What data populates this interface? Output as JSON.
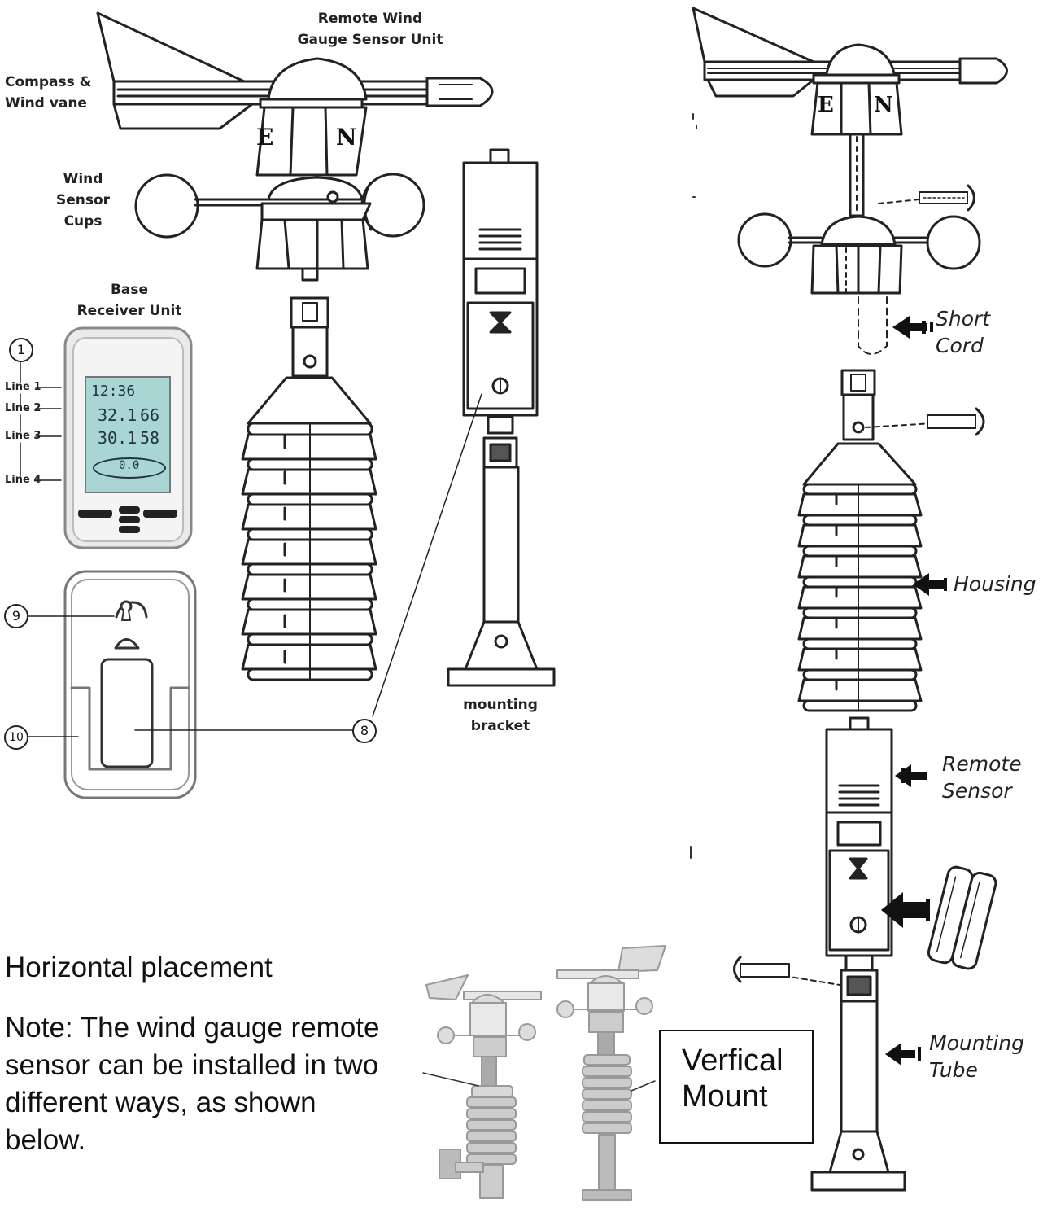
{
  "labels": {
    "remote_wind_line1": "Remote Wind",
    "remote_wind_line2": "Gauge Sensor Unit",
    "compass_line1": "Compass &",
    "compass_line2": "Wind vane",
    "cups_line1": "Wind",
    "cups_line2": "Sensor",
    "cups_line3": "Cups",
    "base_line1": "Base",
    "base_line2": "Receiver Unit",
    "mount_line1": "mounting",
    "mount_line2": "bracket",
    "line1": "Line 1",
    "line2": "Line 2",
    "line3": "Line 3",
    "line4": "Line 4",
    "n1": "1",
    "n9": "9",
    "n10": "10",
    "n8": "8",
    "vane_e": "E",
    "vane_n": "N"
  },
  "lcd": {
    "time": "12:36",
    "temp_out": "32.1",
    "hum_out": "66",
    "temp_in": "30.1",
    "hum_in": "58",
    "wind": "0.0"
  },
  "right_labels": {
    "short_cord_1": "Short",
    "short_cord_2": "Cord",
    "housing": "Housing",
    "remote_1": "Remote",
    "remote_2": "Sensor",
    "mounting_1": "Mounting",
    "mounting_2": "Tube"
  },
  "note": {
    "heading": "Horizontal placement",
    "line1": "Note: The wind gauge remote",
    "line2": "sensor can be installed in two",
    "line3": "different ways, as shown",
    "line4": "below.",
    "box_line1": "Verfical",
    "box_line2": "Mount"
  }
}
